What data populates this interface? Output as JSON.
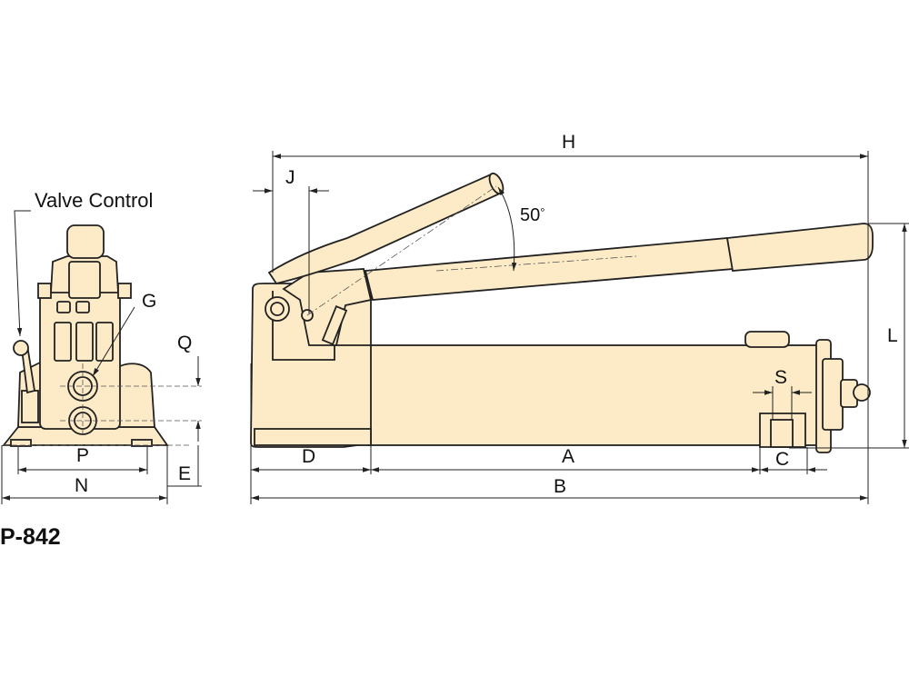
{
  "drawing": {
    "valve_label": "Valve Control",
    "angle_label": "50",
    "angle_unit": "°",
    "model_label": "P-842",
    "fill_color": "#fcebc6",
    "line_color": "#222222"
  },
  "dimensions": {
    "h": "H",
    "j": "J",
    "l": "L",
    "d": "D",
    "a": "A",
    "b": "B",
    "c": "C",
    "s": "S",
    "p": "P",
    "n": "N",
    "e": "E",
    "q": "Q",
    "g": "G"
  }
}
